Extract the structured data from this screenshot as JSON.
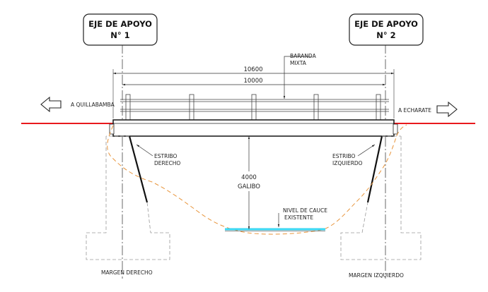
{
  "supports": {
    "left": {
      "line1": "EJE DE APOYO",
      "line2": "N° 1"
    },
    "right": {
      "line1": "EJE DE APOYO",
      "line2": "N° 2"
    }
  },
  "railing": {
    "line1": "BARANDA",
    "line2": "MIXTA"
  },
  "dimensions": {
    "total_length": "10600",
    "span_length": "10000",
    "clearance": "4000",
    "clearance_label": "GALIBO"
  },
  "directions": {
    "left": "A QUILLABAMBA",
    "right": "A ECHARATE"
  },
  "abutments": {
    "right_abutment": {
      "line1": "ESTRIBO",
      "line2": "DERECHO"
    },
    "left_abutment": {
      "line1": "ESTRIBO",
      "line2": "IZQUIERDO"
    }
  },
  "riverbed": {
    "line1": "NIVEL DE CAUCE",
    "line2": "EXISTENTE"
  },
  "margins": {
    "left": "MARGEN DERECHO",
    "right": "MARGEN IZQUIERDO"
  },
  "colors": {
    "road_line": "#e8191d",
    "terrain": "#e8943a",
    "water": "#38d6f2",
    "lines": "#222222",
    "hidden": "#9a9a9a"
  }
}
